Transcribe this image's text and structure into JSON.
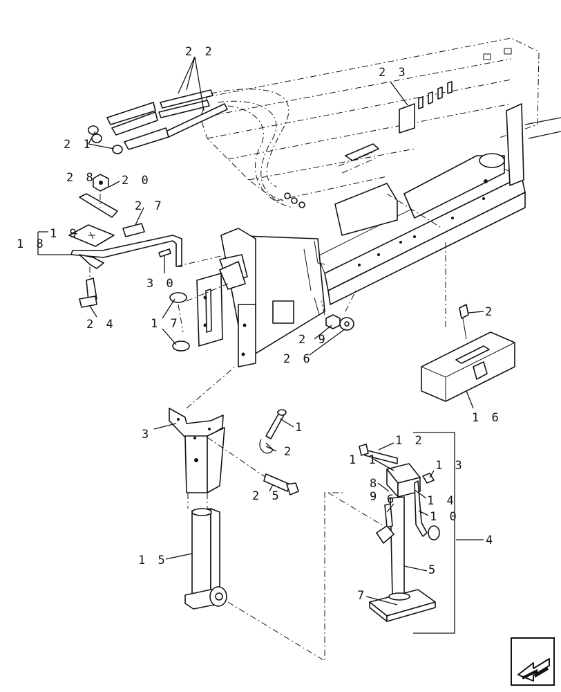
{
  "diagram": {
    "callouts": [
      {
        "id": "22",
        "text": "2 2"
      },
      {
        "id": "23",
        "text": "2 3"
      },
      {
        "id": "21",
        "text": "2 1"
      },
      {
        "id": "28",
        "text": "2 8"
      },
      {
        "id": "20",
        "text": "2 0"
      },
      {
        "id": "27",
        "text": "2 7"
      },
      {
        "id": "19",
        "text": "1 9"
      },
      {
        "id": "18",
        "text": "1 8"
      },
      {
        "id": "30",
        "text": "3 0"
      },
      {
        "id": "24",
        "text": "2 4"
      },
      {
        "id": "17",
        "text": "1 7"
      },
      {
        "id": "29",
        "text": "2 9"
      },
      {
        "id": "26",
        "text": "2 6"
      },
      {
        "id": "2a",
        "text": "2"
      },
      {
        "id": "16",
        "text": "1 6"
      },
      {
        "id": "3",
        "text": "3"
      },
      {
        "id": "1",
        "text": "1"
      },
      {
        "id": "2b",
        "text": "2"
      },
      {
        "id": "25",
        "text": "2 5"
      },
      {
        "id": "15",
        "text": "1 5"
      },
      {
        "id": "12",
        "text": "1 2"
      },
      {
        "id": "11",
        "text": "1 1"
      },
      {
        "id": "13",
        "text": "1 3"
      },
      {
        "id": "8",
        "text": "8"
      },
      {
        "id": "9",
        "text": "9"
      },
      {
        "id": "14",
        "text": "1 4"
      },
      {
        "id": "6",
        "text": "6"
      },
      {
        "id": "10",
        "text": "1 0"
      },
      {
        "id": "4",
        "text": "4"
      },
      {
        "id": "5",
        "text": "5"
      },
      {
        "id": "7",
        "text": "7"
      }
    ],
    "nav_icon": "previous-page-arrow-icon"
  }
}
